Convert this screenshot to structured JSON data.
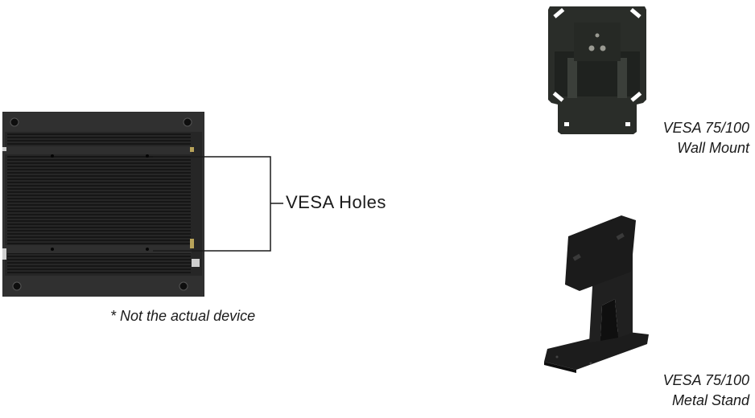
{
  "device": {
    "label": "VESA Holes",
    "note": "* Not the actual device"
  },
  "products": [
    {
      "name_line1": "VESA 75/100",
      "name_line2": "Wall Mount"
    },
    {
      "name_line1": "VESA 75/100",
      "name_line2": "Metal Stand"
    }
  ],
  "colors": {
    "device_body": "#2b2b2b",
    "fin": "#141414",
    "bracket": "#2a2d29",
    "label_text": "#1a1a1a"
  }
}
